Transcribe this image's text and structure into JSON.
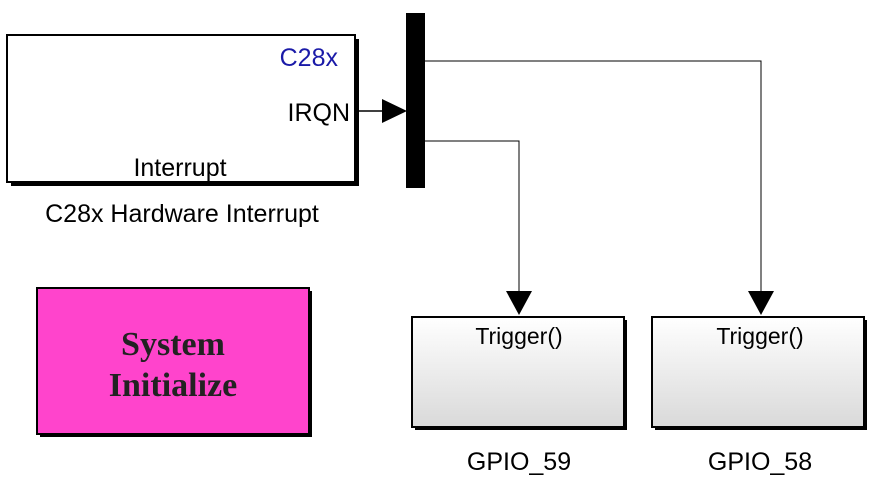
{
  "interrupt_block": {
    "processor": "C28x",
    "port": "IRQN",
    "label": "Interrupt",
    "name": "C28x Hardware Interrupt",
    "processor_color": "#1a1aa8"
  },
  "system_init": {
    "line1": "System",
    "line2": "Initialize",
    "fill_color": "#ff44cc"
  },
  "subsystems": [
    {
      "trigger": "Trigger()",
      "name": "GPIO_59"
    },
    {
      "trigger": "Trigger()",
      "name": "GPIO_58"
    }
  ]
}
